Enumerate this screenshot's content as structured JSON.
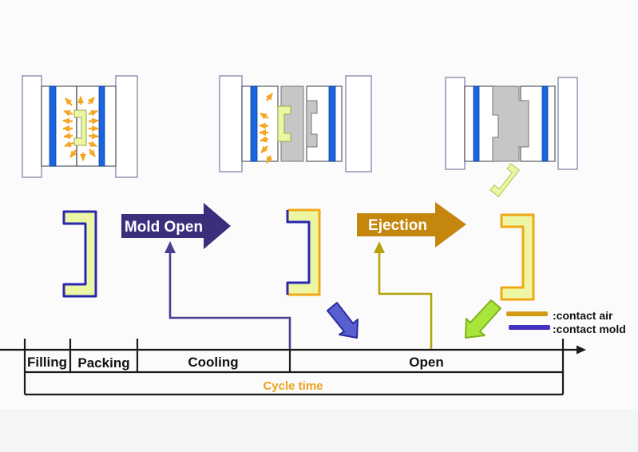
{
  "diagram": {
    "process_arrows": {
      "mold_open": "Mold Open",
      "ejection": "Ejection"
    },
    "timeline": {
      "segments": [
        {
          "label": "Filling"
        },
        {
          "label": "Packing"
        },
        {
          "label": "Cooling"
        },
        {
          "label": "Open"
        }
      ],
      "cycle_time": "Cycle time"
    },
    "legend": {
      "items": [
        {
          "label": ":contact air",
          "color": "#D29B16"
        },
        {
          "label": ":contact mold",
          "color": "#4433C2"
        }
      ]
    },
    "colors": {
      "mold_open_arrow": "#3D2E7C",
      "ejection_arrow": "#C5860D",
      "mold_plate_blue": "#1766E0",
      "core_gray": "#C6C6C6",
      "part_fill": "#EDF7A3",
      "contact_air_outline": "#F0A818",
      "contact_mold_outline": "#2A28B0",
      "heat_arrow": "#F5A623",
      "drop_arrow_blue": "#5A5FD0",
      "drop_arrow_green": "#A8E63C",
      "elbow_purple": "#4A3F8F",
      "elbow_olive": "#B3A30D",
      "cycle_time_text": "#EFA21F"
    }
  }
}
